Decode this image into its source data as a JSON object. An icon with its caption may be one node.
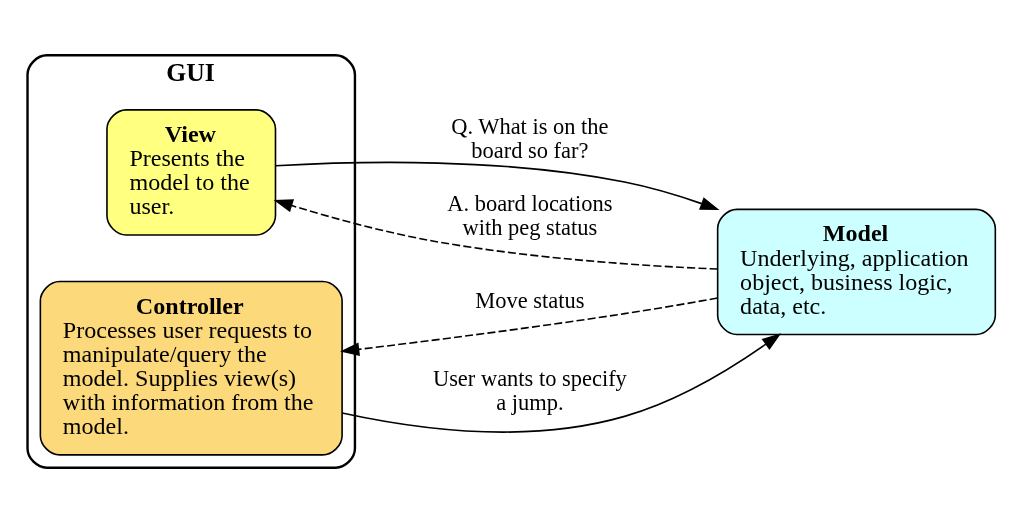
{
  "diagram": {
    "nodes": [
      {
        "text": [
          "GUI"
        ]
      },
      {
        "text": [
          "View",
          "Presents the model to the user."
        ],
        "in": 0
      },
      {
        "text": [
          "Controller",
          "Processes user requests to manipulate/query the model. Supplies view(s) with information from the model."
        ],
        "in": 0
      },
      {
        "text": [
          "Model",
          "Underlying, application object, business logic, data, etc."
        ]
      }
    ],
    "edges": [
      {
        "from": 1,
        "to": 3,
        "arrow": "to",
        "label": "Q. What is on the board so far?"
      },
      {
        "from": 3,
        "to": 1,
        "arrow": "to",
        "label": "A. board locations with peg status",
        "style": "dashed"
      },
      {
        "from": 2,
        "to": 3,
        "arrow": "to",
        "label": "User wants to specify a jump."
      },
      {
        "from": 3,
        "to": 2,
        "arrow": "to",
        "label": "Move status",
        "style": "dashed"
      }
    ]
  }
}
